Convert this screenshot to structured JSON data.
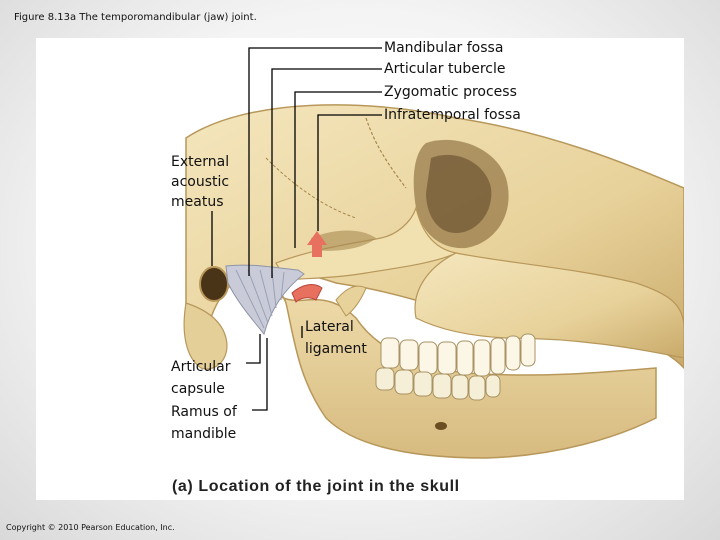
{
  "figure_title": "Figure 8.13a The temporomandibular (jaw) joint.",
  "copyright": "Copyright © 2010 Pearson Education, Inc.",
  "caption": "(a) Location of the joint in the skull",
  "labels": {
    "mandibular_fossa": "Mandibular fossa",
    "articular_tubercle": "Articular tubercle",
    "zygomatic_process": "Zygomatic process",
    "infratemporal_fossa": "Infratemporal fossa",
    "external_acoustic_meatus": "External acoustic meatus",
    "articular_capsule": "Articular capsule",
    "ramus_of_mandible": "Ramus of mandible",
    "lateral_ligament": "Lateral ligament"
  },
  "colors": {
    "bone": "#ecd9a6",
    "bone_shadow": "#c9aa6a",
    "ligament": "#c9ccd8",
    "arrow": "#e8705f",
    "leader": "#000000"
  }
}
